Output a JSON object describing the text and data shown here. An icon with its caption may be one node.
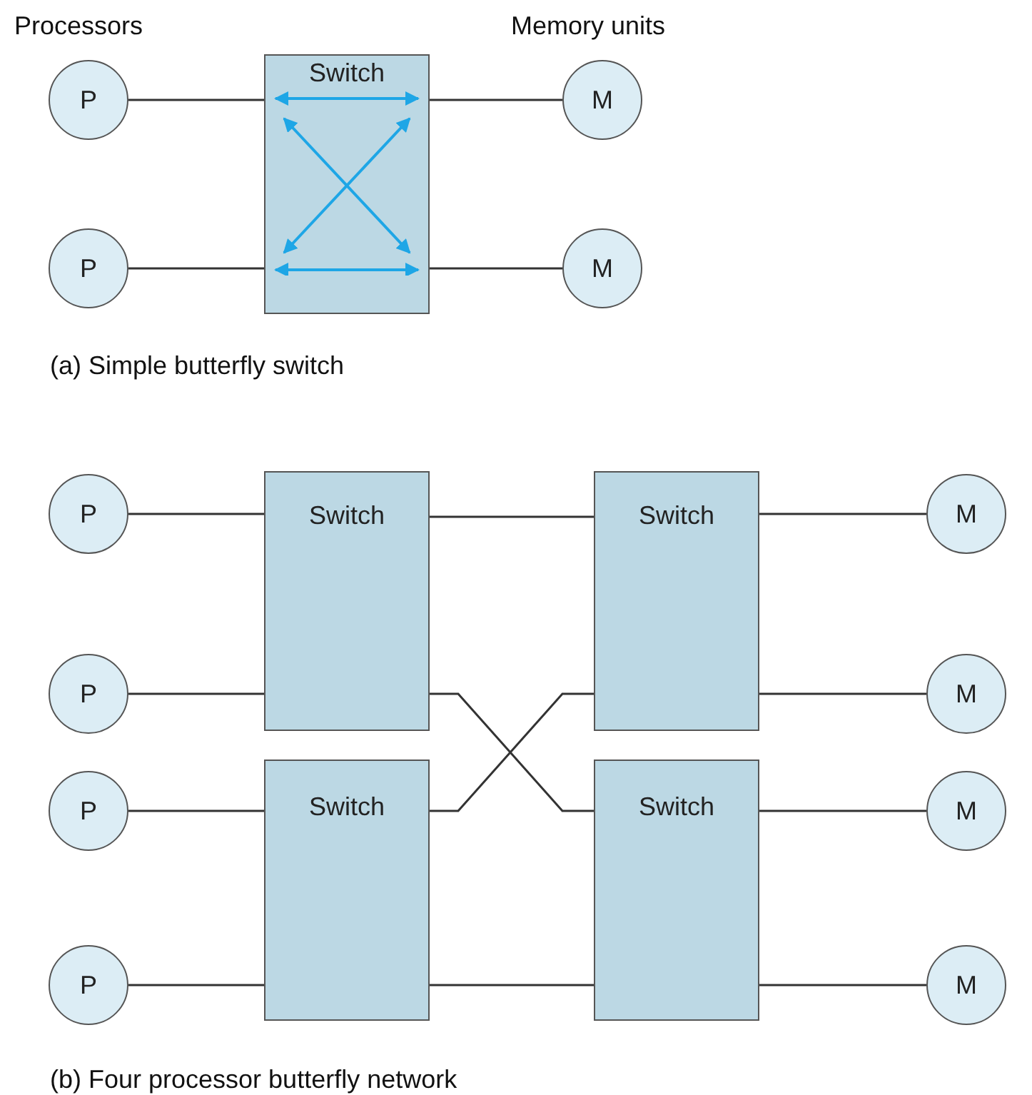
{
  "diagram": {
    "nodes": [
      {
        "text": [
          "P"
        ]
      },
      {
        "text": [
          "Switch"
        ]
      },
      {
        "text": [
          "M"
        ]
      },
      {
        "text": [
          "P"
        ]
      },
      {
        "text": [
          "M"
        ]
      },
      {
        "text": [
          "P"
        ]
      },
      {
        "text": [
          "Switch"
        ]
      },
      {
        "text": [
          "Switch"
        ]
      },
      {
        "text": [
          "M"
        ]
      },
      {
        "text": [
          "P"
        ]
      },
      {
        "text": [
          "M"
        ]
      },
      {
        "text": [
          "P"
        ]
      },
      {
        "text": [
          "Switch"
        ]
      },
      {
        "text": [
          "Switch"
        ]
      },
      {
        "text": [
          "M"
        ]
      },
      {
        "text": [
          "P"
        ]
      },
      {
        "text": [
          "M"
        ]
      }
    ],
    "edges": [
      {
        "from": 0,
        "to": 1,
        "arrow": "none"
      },
      {
        "from": 1,
        "to": 2,
        "arrow": "none"
      },
      {
        "from": 3,
        "to": 1,
        "arrow": "none"
      },
      {
        "from": 1,
        "to": 4,
        "arrow": "none"
      },
      {
        "from": 5,
        "to": 6,
        "arrow": "none"
      },
      {
        "from": 6,
        "to": 7,
        "arrow": "none"
      },
      {
        "from": 7,
        "to": 8,
        "arrow": "none"
      },
      {
        "from": 9,
        "to": 6,
        "arrow": "none"
      },
      {
        "from": 6,
        "to": 13,
        "arrow": "none"
      },
      {
        "from": 12,
        "to": 7,
        "arrow": "none"
      },
      {
        "from": 7,
        "to": 10,
        "arrow": "none"
      },
      {
        "from": 11,
        "to": 12,
        "arrow": "none"
      },
      {
        "from": 12,
        "to": 13,
        "arrow": "none"
      },
      {
        "from": 13,
        "to": 14,
        "arrow": "none"
      },
      {
        "from": 15,
        "to": 12,
        "arrow": "none"
      },
      {
        "from": 13,
        "to": 16,
        "arrow": "none"
      }
    ],
    "labels": [
      "Processors",
      "Memory units",
      "(a) Simple butterfly switch",
      "(b) Four processor butterfly network"
    ]
  }
}
